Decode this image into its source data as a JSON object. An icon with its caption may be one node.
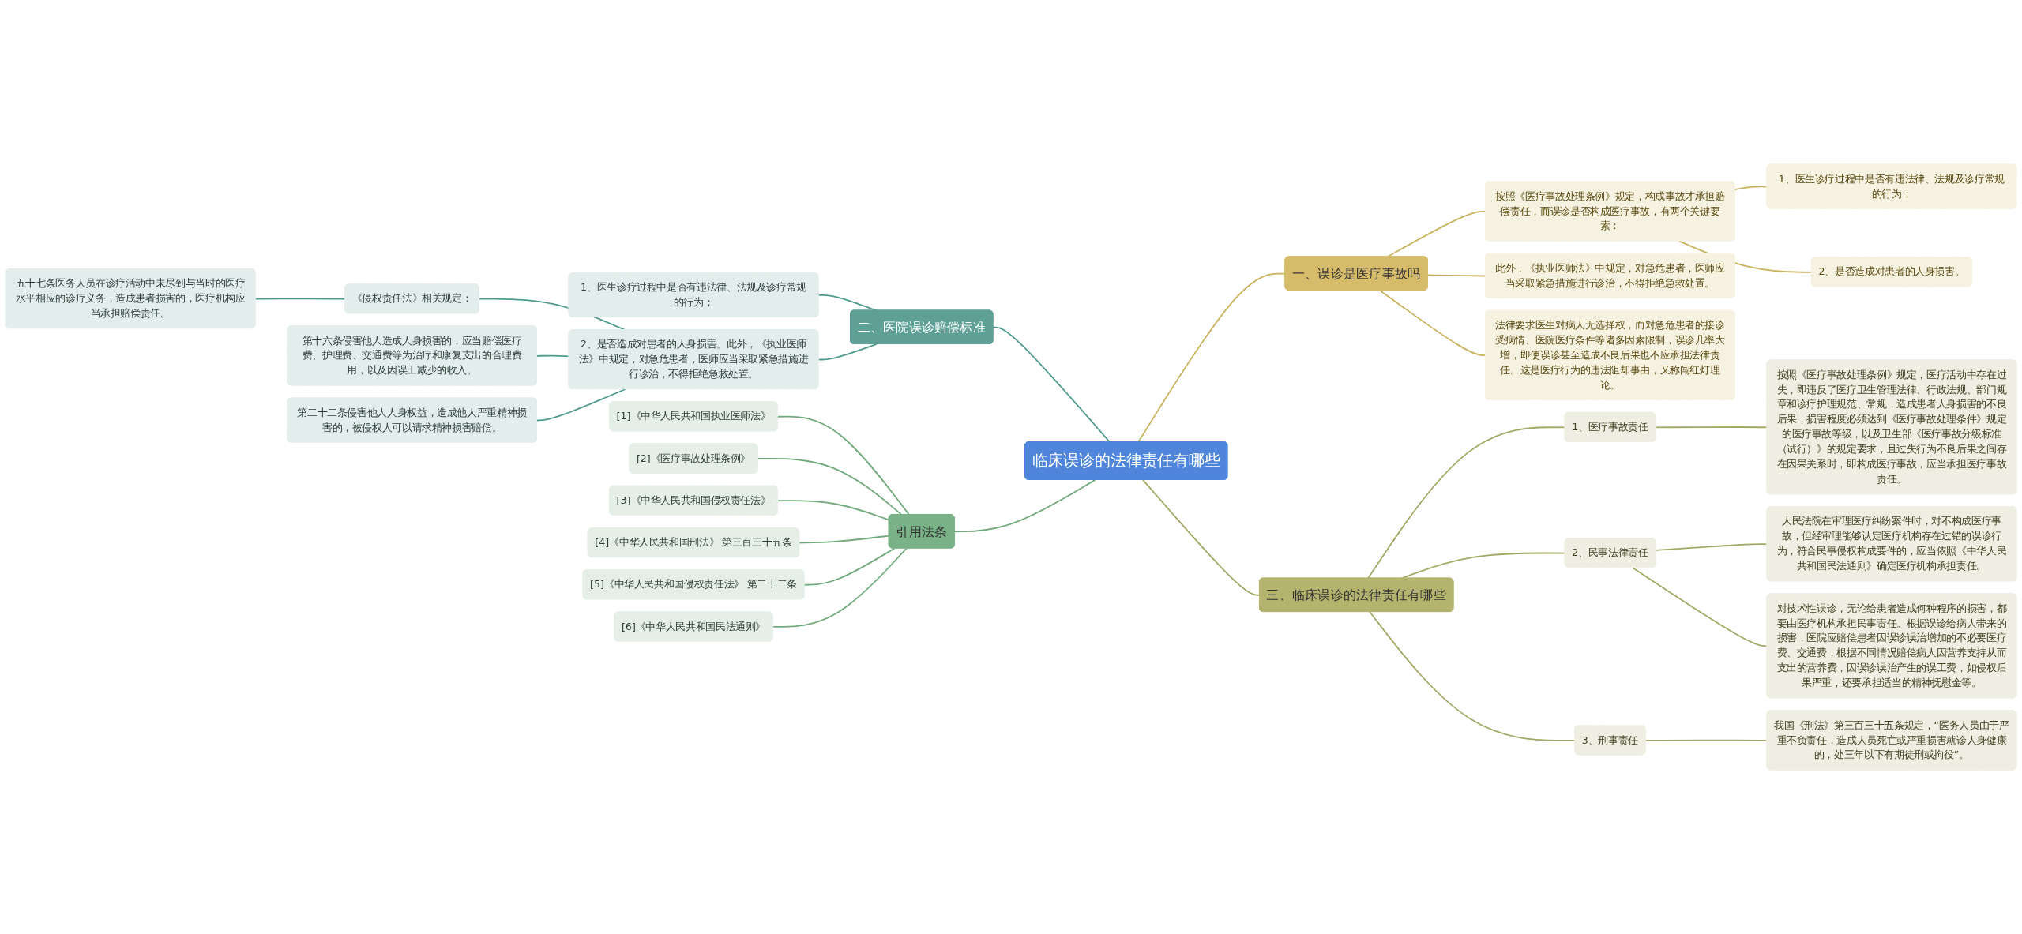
{
  "diagram": {
    "nodes": [
      {
        "text": [
          "临床误诊的法律责任有哪些"
        ]
      },
      {
        "text": [
          "一、误诊是医疗事故吗"
        ]
      },
      {
        "text": [
          "按照《医疗事故处理条例》规定，构成事故才承担赔偿责任，而误诊是否构成医疗事故，有两个关键要素："
        ]
      },
      {
        "text": [
          "1、医生诊疗过程中是否有违法律、法规及诊疗常规的行为；"
        ]
      },
      {
        "text": [
          "2、是否造成对患者的人身损害。"
        ]
      },
      {
        "text": [
          "此外，《执业医师法》中规定，对急危患者，医师应当采取紧急措施进行诊治，不得拒绝急救处置。"
        ]
      },
      {
        "text": [
          "法律要求医生对病人无选择权，而对急危患者的接诊受病情、医院医疗条件等诸多因素限制，误诊几率大增，即使误诊甚至造成不良后果也不应承担法律责任。这是医疗行为的违法阻却事由，又称闯红灯理论。"
        ]
      },
      {
        "text": [
          "三、临床误诊的法律责任有哪些"
        ]
      },
      {
        "text": [
          "1、医疗事故责任"
        ]
      },
      {
        "text": [
          "按照《医疗事故处理条例》规定，医疗活动中存在过失，即违反了医疗卫生管理法律、行政法规、部门规章和诊疗护理规范、常规，造成患者人身损害的不良后果，损害程度必须达到《医疗事故处理条件》规定的医疗事故等级，以及卫生部《医疗事故分级标准（试行）》的规定要求，且过失行为不良后果之间存在因果关系时，即构成医疗事故，应当承担医疗事故责任。"
        ]
      },
      {
        "text": [
          "2、民事法律责任"
        ]
      },
      {
        "text": [
          "人民法院在审理医疗纠纷案件时，对不构成医疗事故，但经审理能够认定医疗机构存在过错的误诊行为，符合民事侵权构成要件的，应当依照《中华人民共和国民法通则》确定医疗机构承担责任。"
        ]
      },
      {
        "text": [
          "对技术性误诊，无论给患者造成何种程序的损害，都要由医疗机构承担民事责任。根据误诊给病人带来的损害，医院应赔偿患者因误诊误治增加的不必要医疗费、交通费，根据不同情况赔偿病人因营养支持从而支出的营养费，因误诊误治产生的误工费，如侵权后果严重，还要承担适当的精神抚慰金等。"
        ]
      },
      {
        "text": [
          "3、刑事责任"
        ]
      },
      {
        "text": [
          "我国《刑法》第三百三十五条规定，“医务人员由于严重不负责任，造成人员死亡或严重损害就诊人身健康的，处三年以下有期徒刑或拘役”。"
        ]
      },
      {
        "text": [
          "二、医院误诊赔偿标准"
        ]
      },
      {
        "text": [
          "1、医生诊疗过程中是否有违法律、法规及诊疗常规的行为；"
        ]
      },
      {
        "text": [
          "2、是否造成对患者的人身损害。此外，《执业医师法》中规定，对急危患者，医师应当采取紧急措施进行诊治，不得拒绝急救处置。"
        ]
      },
      {
        "text": [
          "《侵权责任法》相关规定："
        ]
      },
      {
        "text": [
          "五十七条医务人员在诊疗活动中未尽到与当时的医疗水平相应的诊疗义务，造成患者损害的，医疗机构应当承担赔偿责任。"
        ]
      },
      {
        "text": [
          "第十六条侵害他人造成人身损害的，应当赔偿医疗费、护理费、交通费等为治疗和康复支出的合理费用，以及因误工减少的收入。"
        ]
      },
      {
        "text": [
          "第二十二条侵害他人人身权益，造成他人严重精神损害的，被侵权人可以请求精神损害赔偿。"
        ]
      },
      {
        "text": [
          "引用法条"
        ]
      },
      {
        "text": [
          "[1]《中华人民共和国执业医师法》"
        ]
      },
      {
        "text": [
          "[2]《医疗事故处理条例》"
        ]
      },
      {
        "text": [
          "[3]《中华人民共和国侵权责任法》"
        ]
      },
      {
        "text": [
          "[4]《中华人民共和国刑法》 第三百三十五条"
        ]
      },
      {
        "text": [
          "[5]《中华人民共和国侵权责任法》 第二十二条"
        ]
      },
      {
        "text": [
          "[6]《中华人民共和国民法通则》"
        ]
      }
    ],
    "edges": [
      {
        "from": 0,
        "to": 1,
        "arrow": "none",
        "color": "#c9b35f"
      },
      {
        "from": 1,
        "to": 2,
        "arrow": "none",
        "color": "#c9b35f"
      },
      {
        "from": 2,
        "to": 3,
        "arrow": "none",
        "color": "#c9b35f"
      },
      {
        "from": 2,
        "to": 4,
        "arrow": "none",
        "color": "#c9b35f"
      },
      {
        "from": 1,
        "to": 5,
        "arrow": "none",
        "color": "#c9b35f"
      },
      {
        "from": 1,
        "to": 6,
        "arrow": "none",
        "color": "#c9b35f"
      },
      {
        "from": 0,
        "to": 7,
        "arrow": "none",
        "color": "#a4a866"
      },
      {
        "from": 7,
        "to": 8,
        "arrow": "none",
        "color": "#a4a866"
      },
      {
        "from": 8,
        "to": 9,
        "arrow": "none",
        "color": "#a4a866"
      },
      {
        "from": 7,
        "to": 10,
        "arrow": "none",
        "color": "#a4a866"
      },
      {
        "from": 10,
        "to": 11,
        "arrow": "none",
        "color": "#a4a866"
      },
      {
        "from": 10,
        "to": 12,
        "arrow": "none",
        "color": "#a4a866"
      },
      {
        "from": 7,
        "to": 13,
        "arrow": "none",
        "color": "#a4a866"
      },
      {
        "from": 13,
        "to": 14,
        "arrow": "none",
        "color": "#a4a866"
      },
      {
        "from": 15,
        "to": 0,
        "arrow": "none",
        "color": "#4f9a8e"
      },
      {
        "from": 16,
        "to": 15,
        "arrow": "none",
        "color": "#4f9a8e"
      },
      {
        "from": 17,
        "to": 15,
        "arrow": "none",
        "color": "#4f9a8e"
      },
      {
        "from": 18,
        "to": 17,
        "arrow": "none",
        "color": "#4f9a8e"
      },
      {
        "from": 19,
        "to": 18,
        "arrow": "none",
        "color": "#4f9a8e"
      },
      {
        "from": 20,
        "to": 17,
        "arrow": "none",
        "color": "#4f9a8e"
      },
      {
        "from": 21,
        "to": 17,
        "arrow": "none",
        "color": "#4f9a8e"
      },
      {
        "from": 22,
        "to": 0,
        "arrow": "none",
        "color": "#72a97d"
      },
      {
        "from": 23,
        "to": 22,
        "arrow": "none",
        "color": "#72a97d"
      },
      {
        "from": 24,
        "to": 22,
        "arrow": "none",
        "color": "#72a97d"
      },
      {
        "from": 25,
        "to": 22,
        "arrow": "none",
        "color": "#72a97d"
      },
      {
        "from": 26,
        "to": 22,
        "arrow": "none",
        "color": "#72a97d"
      },
      {
        "from": 27,
        "to": 22,
        "arrow": "none",
        "color": "#72a97d"
      },
      {
        "from": 28,
        "to": 22,
        "arrow": "none",
        "color": "#72a97d"
      }
    ]
  }
}
